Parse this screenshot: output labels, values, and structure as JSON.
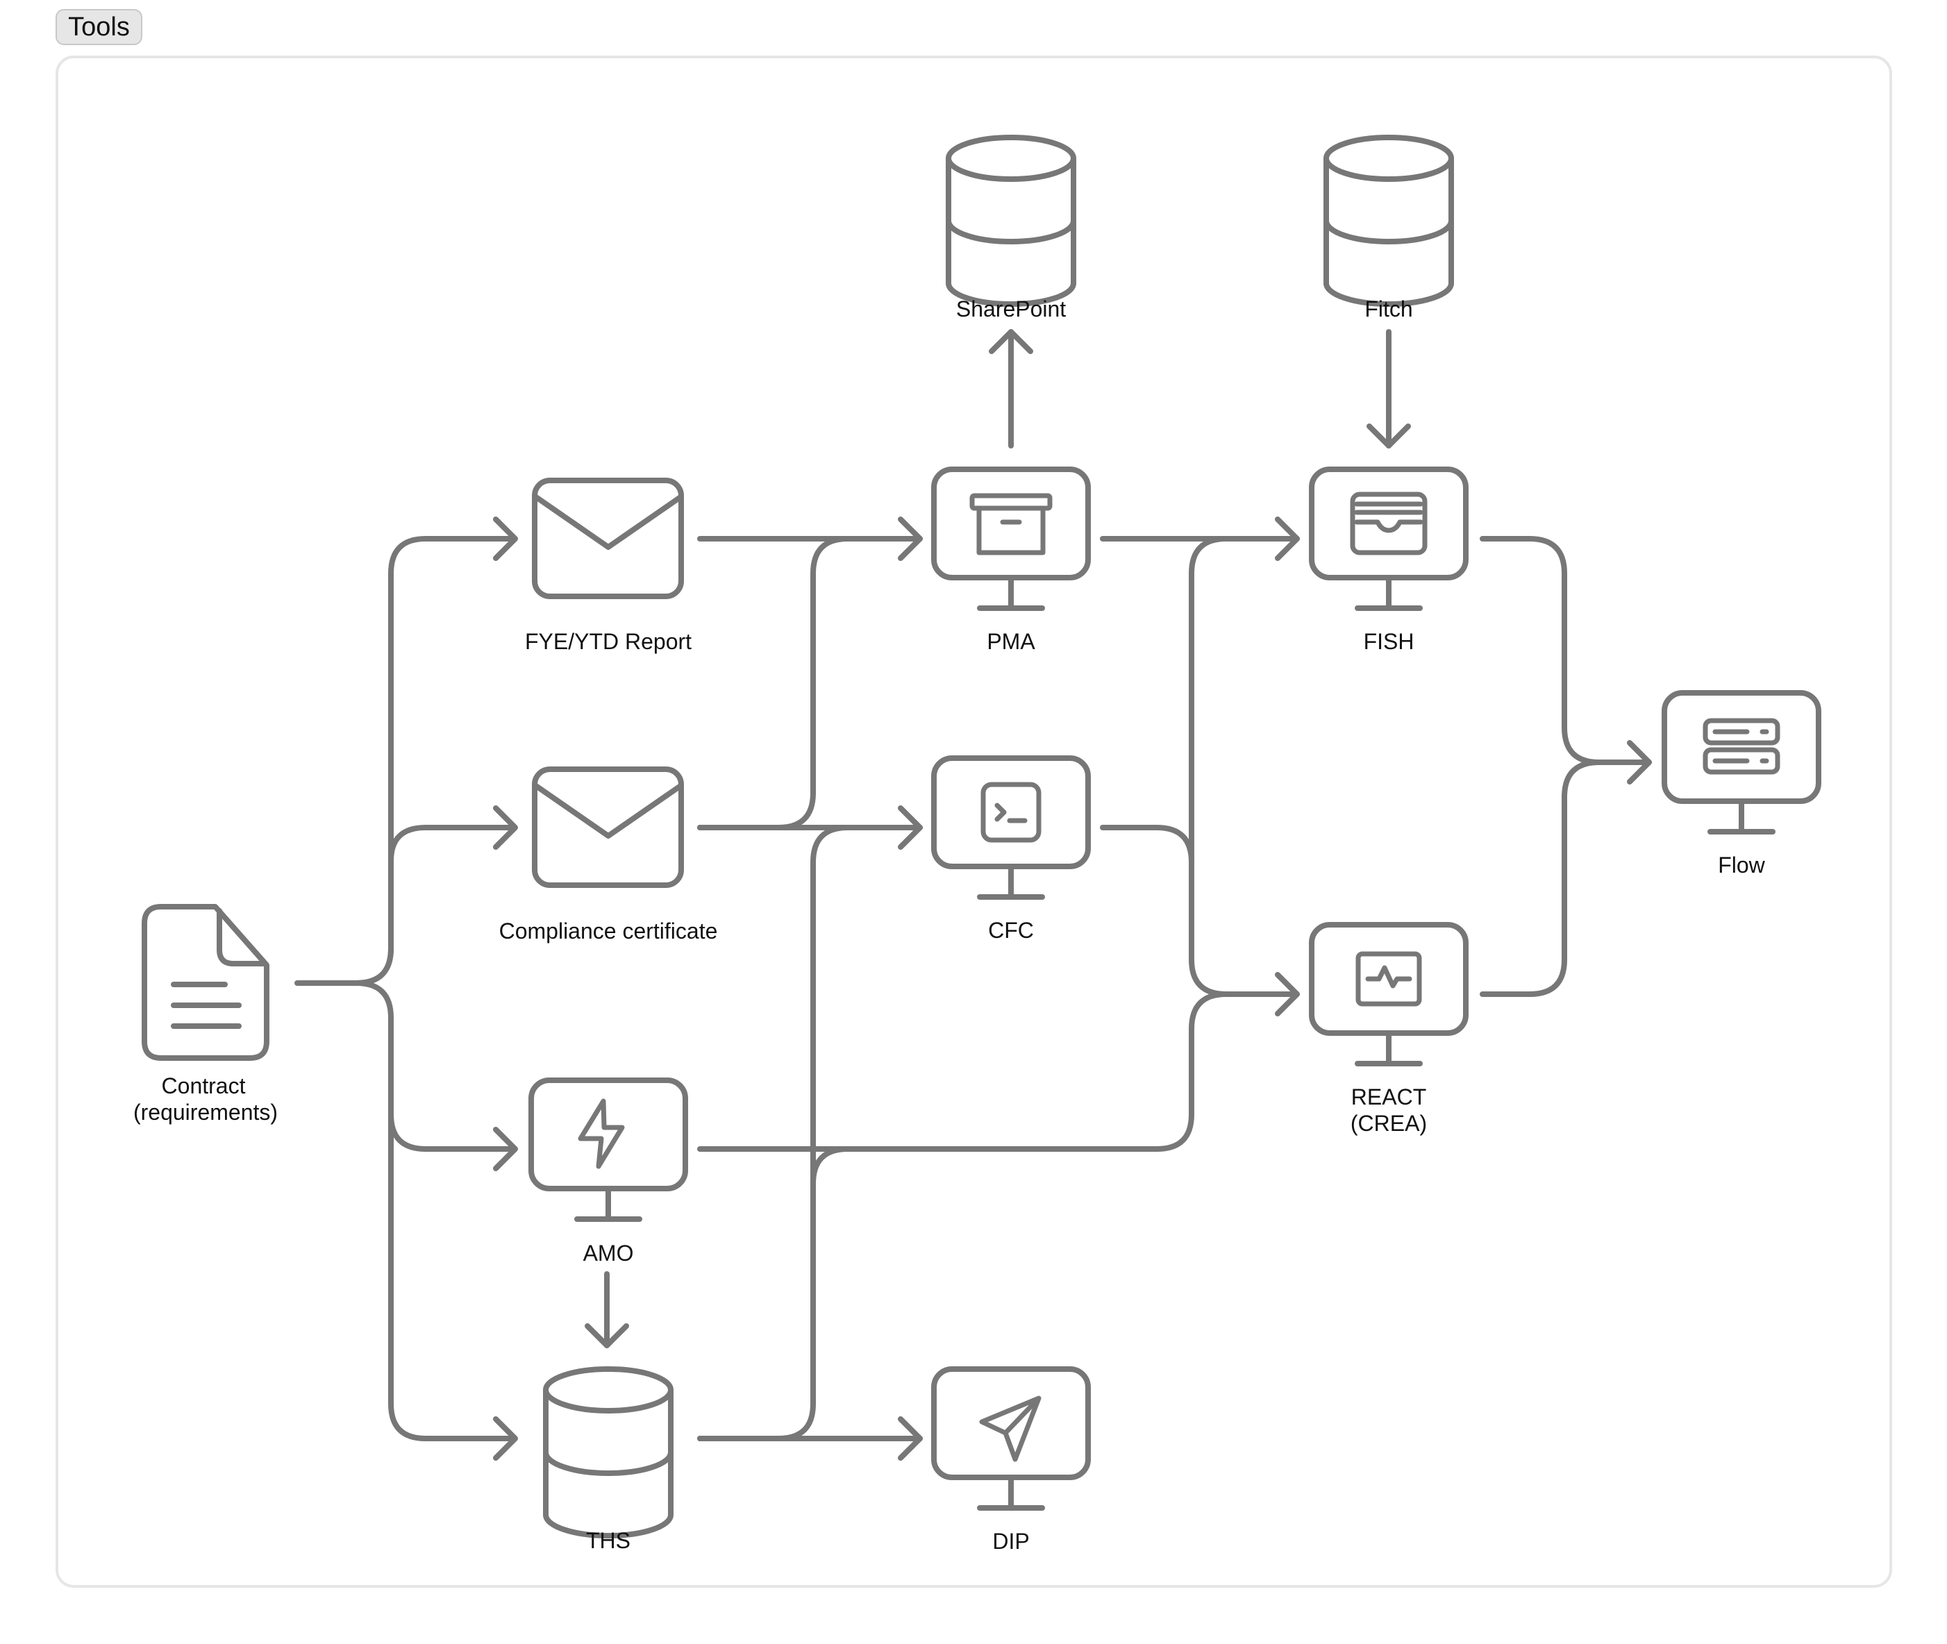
{
  "toolbar": {
    "tools_label": "Tools"
  },
  "colors": {
    "stroke": "#777777",
    "text": "#111111",
    "panel_border": "#e6e6e6",
    "button_bg": "#e6e6e6"
  },
  "nodes": {
    "contract": {
      "label_line1": "Contract",
      "label_line2": "(requirements)",
      "icon": "document-icon"
    },
    "fye": {
      "label": "FYE/YTD Report",
      "icon": "envelope-icon"
    },
    "compliance": {
      "label": "Compliance certificate",
      "icon": "envelope-icon"
    },
    "amo": {
      "label": "AMO",
      "icon": "monitor-lightning-icon"
    },
    "ths": {
      "label": "THS",
      "icon": "database-icon"
    },
    "pma": {
      "label": "PMA",
      "icon": "monitor-archive-icon"
    },
    "cfc": {
      "label": "CFC",
      "icon": "monitor-terminal-icon"
    },
    "dip": {
      "label": "DIP",
      "icon": "monitor-send-icon"
    },
    "sharepoint": {
      "label": "SharePoint",
      "icon": "database-icon"
    },
    "fitch": {
      "label": "Fitch",
      "icon": "database-icon"
    },
    "fish": {
      "label": "FISH",
      "icon": "monitor-wallet-icon"
    },
    "react": {
      "label_line1": "REACT",
      "label_line2": "(CREA)",
      "icon": "monitor-activity-icon"
    },
    "flow": {
      "label": "Flow",
      "icon": "monitor-server-icon"
    }
  },
  "edges": [
    [
      "contract",
      "fye"
    ],
    [
      "contract",
      "compliance"
    ],
    [
      "contract",
      "amo"
    ],
    [
      "contract",
      "ths"
    ],
    [
      "fye",
      "pma"
    ],
    [
      "compliance",
      "pma"
    ],
    [
      "compliance",
      "cfc"
    ],
    [
      "ths",
      "pma"
    ],
    [
      "ths",
      "cfc"
    ],
    [
      "ths",
      "dip"
    ],
    [
      "amo",
      "ths"
    ],
    [
      "amo",
      "react"
    ],
    [
      "ths",
      "react"
    ],
    [
      "pma",
      "sharepoint"
    ],
    [
      "fitch",
      "fish"
    ],
    [
      "pma",
      "fish"
    ],
    [
      "pma",
      "react"
    ],
    [
      "cfc",
      "fish"
    ],
    [
      "cfc",
      "react"
    ],
    [
      "fish",
      "flow"
    ],
    [
      "react",
      "flow"
    ]
  ]
}
